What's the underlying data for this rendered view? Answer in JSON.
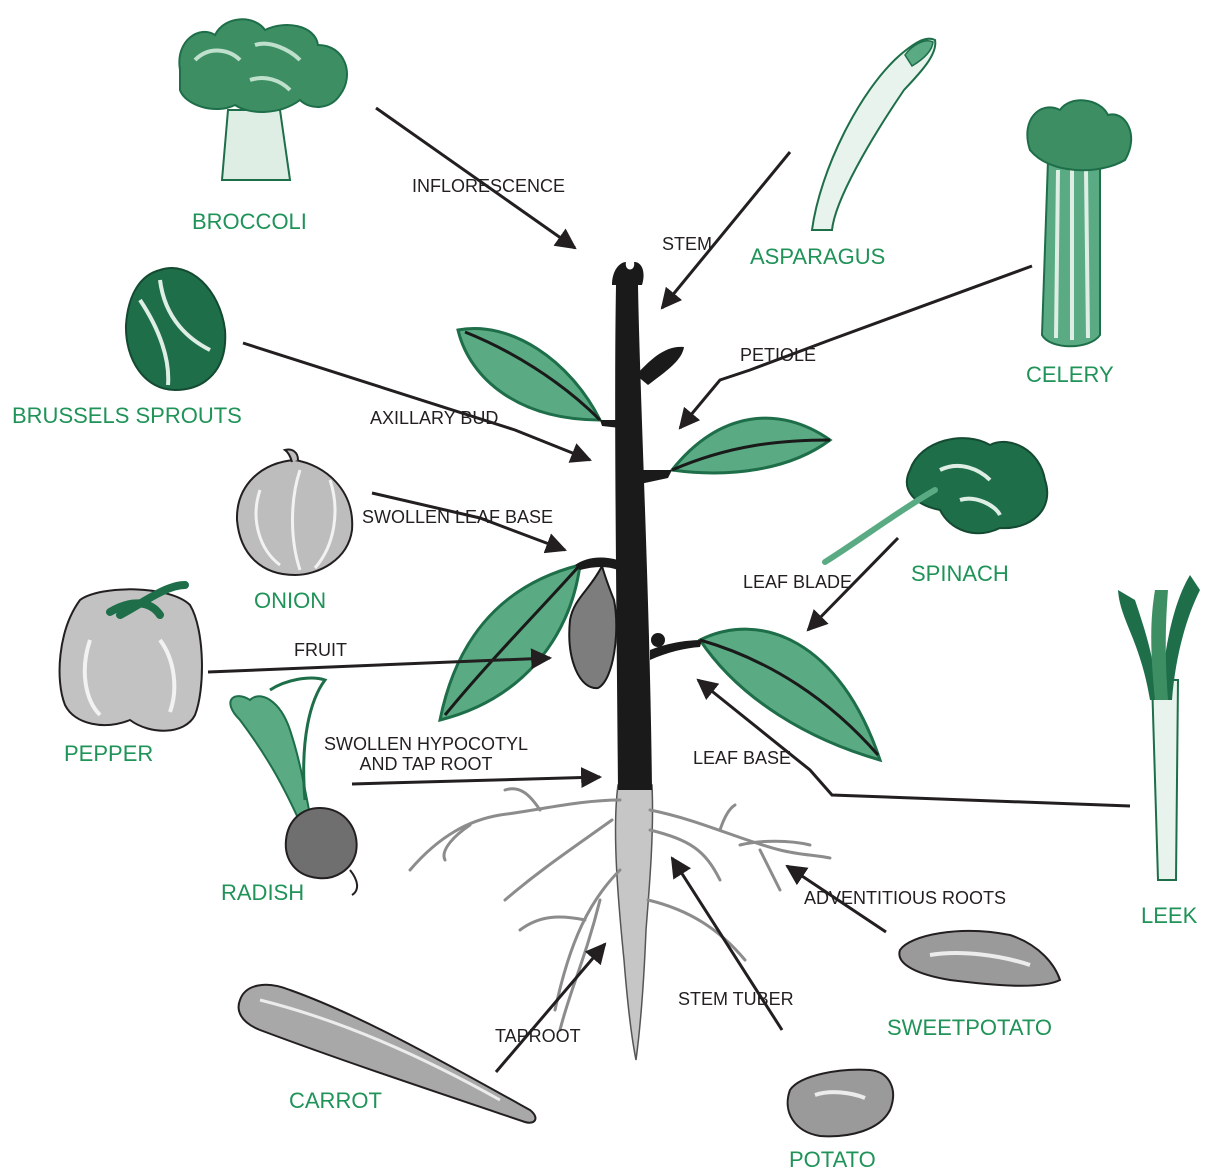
{
  "colors": {
    "vegetable_label": "#1f9358",
    "part_label": "#231f20",
    "leaf_green": "#5aab83",
    "dark_green": "#1d6e49",
    "stem": "#1a1a1a",
    "root": "#c6c6c6"
  },
  "vegetables": {
    "broccoli": "BROCCOLI",
    "asparagus": "ASPARAGUS",
    "celery": "CELERY",
    "brussels_sprouts": "BRUSSELS SPROUTS",
    "onion": "ONION",
    "spinach": "SPINACH",
    "pepper": "PEPPER",
    "leek": "LEEK",
    "radish": "RADISH",
    "sweetpotato": "SWEETPOTATO",
    "carrot": "CARROT",
    "potato": "POTATO"
  },
  "parts": {
    "inflorescence": "INFLORESCENCE",
    "stem": "STEM",
    "petiole": "PETIOLE",
    "axillary_bud": "AXILLARY BUD",
    "swollen_leaf_base": "SWOLLEN LEAF BASE",
    "leaf_blade": "LEAF BLADE",
    "fruit": "FRUIT",
    "swollen_hypocotyl_line1": "SWOLLEN HYPOCOTYL",
    "swollen_hypocotyl_line2": "AND TAP ROOT",
    "leaf_base": "LEAF BASE",
    "adventitious_roots": "ADVENTITIOUS ROOTS",
    "stem_tuber": "STEM TUBER",
    "taproot": "TAPROOT"
  }
}
